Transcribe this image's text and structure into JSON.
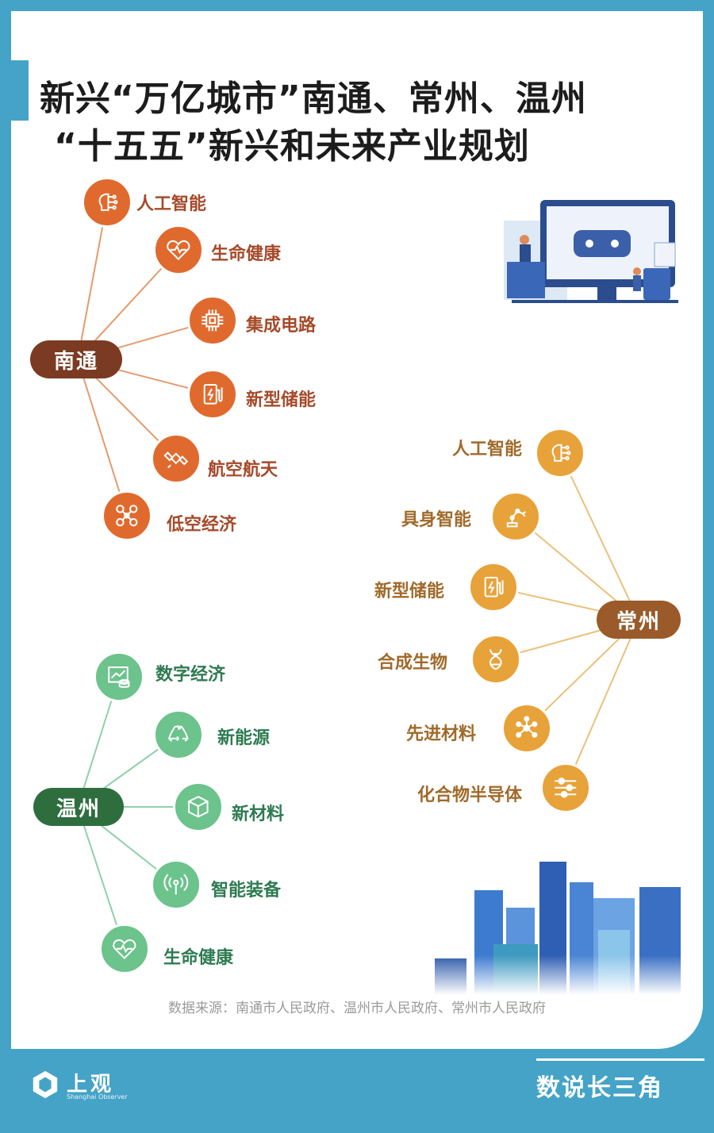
{
  "title": {
    "line1": "新兴“万亿城市”南通、常州、温州",
    "line2": "“十五五”新兴和未来产业规划"
  },
  "colors": {
    "background": "#45a3c7",
    "nantong_hub": "#7b3a22",
    "nantong_node": "#e06a2e",
    "changzhou_hub": "#9a5a2a",
    "changzhou_node": "#e8a23a",
    "wenzhou_hub": "#2e6e3e",
    "wenzhou_node": "#6cc38c"
  },
  "nantong": {
    "hub": "南通",
    "items": [
      {
        "label": "人工智能",
        "icon": "brain-circuit-icon"
      },
      {
        "label": "生命健康",
        "icon": "heart-pulse-icon"
      },
      {
        "label": "集成电路",
        "icon": "chip-icon"
      },
      {
        "label": "新型储能",
        "icon": "battery-charge-icon"
      },
      {
        "label": "航空航天",
        "icon": "satellite-icon"
      },
      {
        "label": "低空经济",
        "icon": "drone-icon"
      }
    ]
  },
  "changzhou": {
    "hub": "常州",
    "items": [
      {
        "label": "人工智能",
        "icon": "brain-circuit-icon"
      },
      {
        "label": "具身智能",
        "icon": "robot-arm-icon"
      },
      {
        "label": "新型储能",
        "icon": "battery-charge-icon"
      },
      {
        "label": "合成生物",
        "icon": "dna-icon"
      },
      {
        "label": "先进材料",
        "icon": "molecule-icon"
      },
      {
        "label": "化合物半导体",
        "icon": "sliders-icon"
      }
    ]
  },
  "wenzhou": {
    "hub": "温州",
    "items": [
      {
        "label": "数字经济",
        "icon": "data-chart-icon"
      },
      {
        "label": "新能源",
        "icon": "recycle-icon"
      },
      {
        "label": "新材料",
        "icon": "cube-icon"
      },
      {
        "label": "智能装备",
        "icon": "signal-tower-icon"
      },
      {
        "label": "生命健康",
        "icon": "heart-pulse-icon"
      }
    ]
  },
  "source": "数据来源：南通市人民政府、温州市人民政府、常州市人民政府",
  "footer": {
    "brand": "上观",
    "brand_sub": "Shanghai Observer",
    "slogan": "数说长三角"
  }
}
